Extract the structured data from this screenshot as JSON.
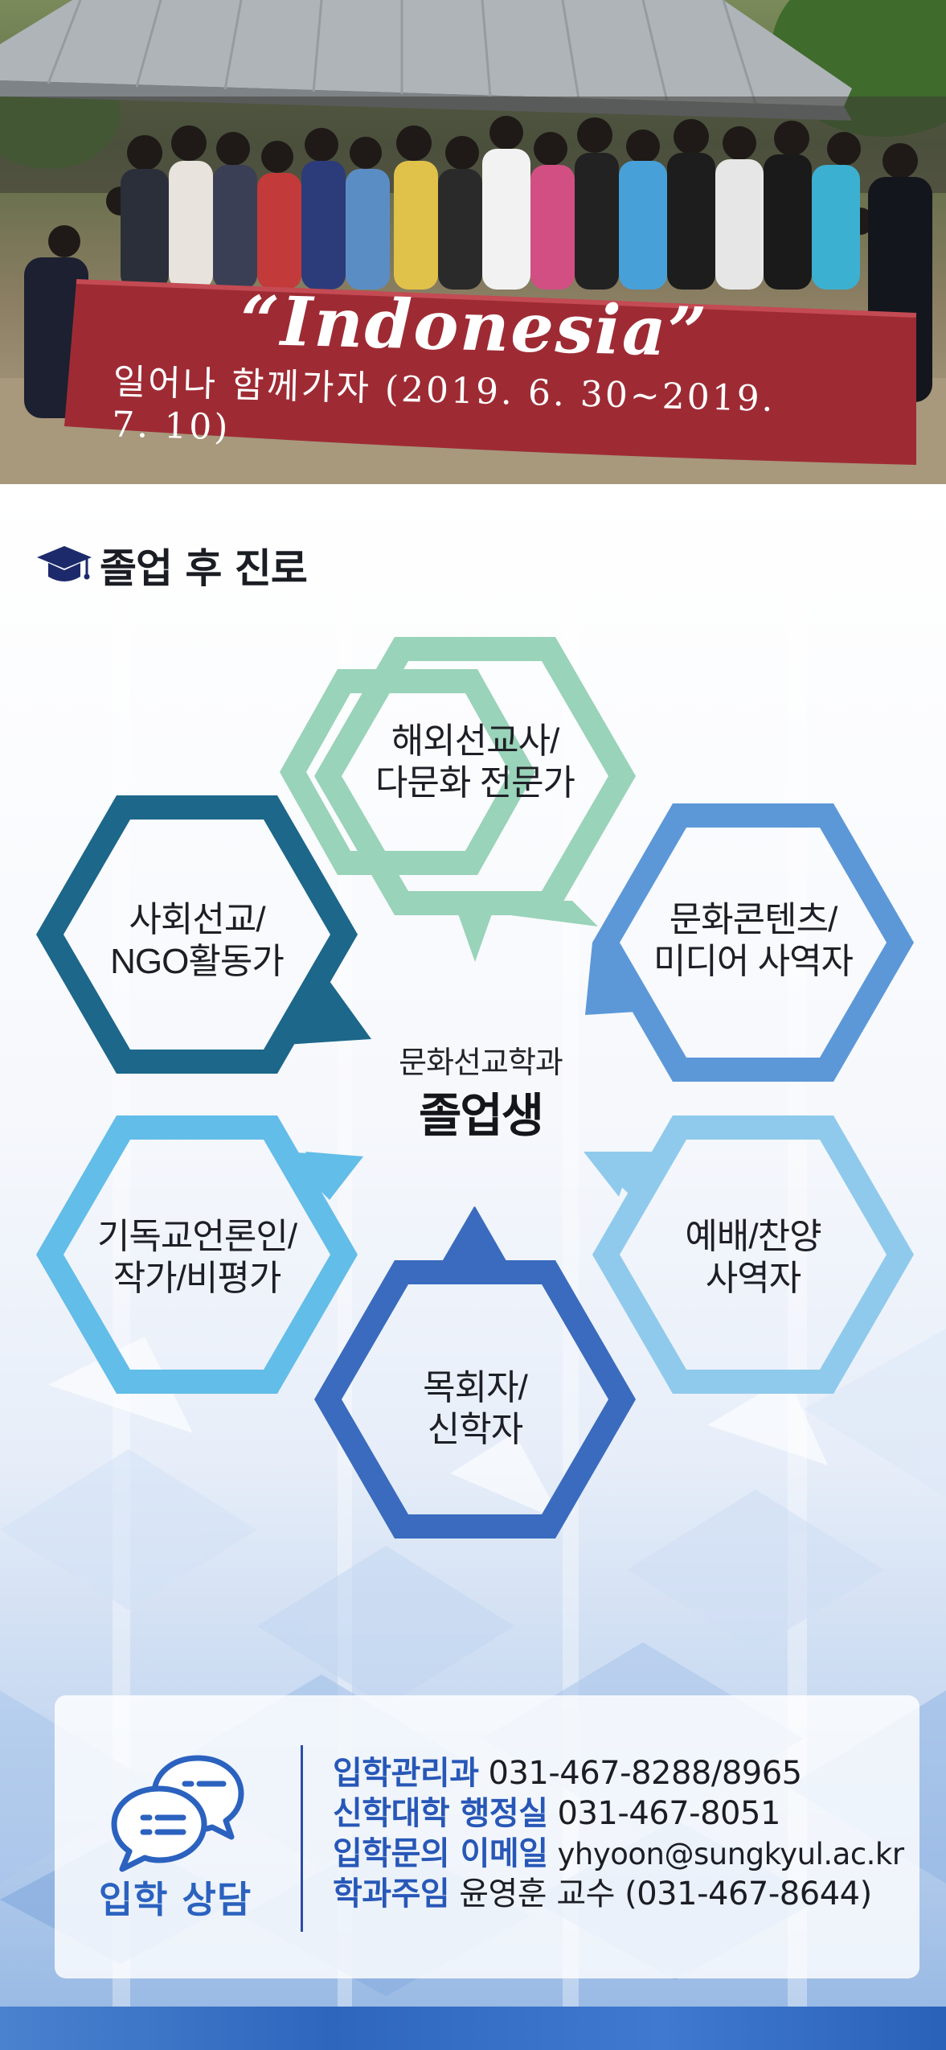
{
  "photo": {
    "banner_title": "“Indonesia”",
    "banner_subtitle": "일어나 함께가자 (2019. 6. 30~2019. 7. 10)"
  },
  "section": {
    "title": "졸업 후 진로",
    "icon": "graduation-cap-icon"
  },
  "careers": {
    "center_line1": "문화선교학과",
    "center_line2": "졸업생",
    "items": [
      {
        "line1": "해외선교사/",
        "line2": "다문화 전문가",
        "color": "#99d3b9"
      },
      {
        "line1": "문화콘텐츠/",
        "line2": "미디어 사역자",
        "color": "#5c98d8"
      },
      {
        "line1": "예배/찬양",
        "line2": "사역자",
        "color": "#8fcaec"
      },
      {
        "line1": "목회자/",
        "line2": "신학자",
        "color": "#3a6bbe"
      },
      {
        "line1": "기독교언론인/",
        "line2": "작가/비평가",
        "color": "#62bde8"
      },
      {
        "line1": "사회선교/",
        "line2": "NGO활동가",
        "color": "#1c678a"
      }
    ]
  },
  "contact": {
    "label": "입학 상담",
    "icon": "chat-bubbles-icon",
    "rows": [
      {
        "key": "입학관리과",
        "value": "031-467-8288/8965"
      },
      {
        "key": "신학대학 행정실",
        "value": "031-467-8051"
      },
      {
        "key": "입학문의 이메일",
        "value": "yhyoon@sungkyul.ac.kr"
      },
      {
        "key": "학과주임",
        "value": "윤영훈 교수 (031-467-8644)"
      }
    ]
  },
  "colors": {
    "accent_blue": "#2b62bf",
    "text_dark": "#1b1d24"
  }
}
